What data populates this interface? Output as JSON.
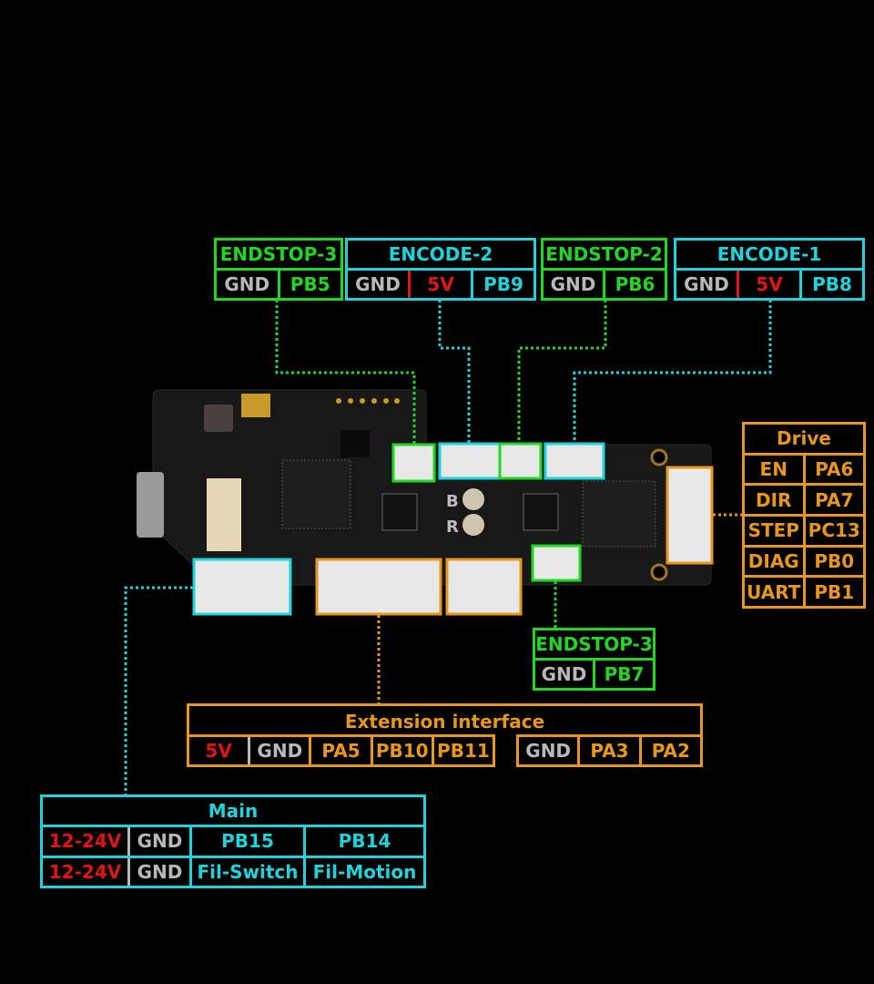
{
  "colors": {
    "endstop": "#1fd81f",
    "encoder": "#1ed4dc",
    "other": "#e8971a",
    "power": "#e41414",
    "ground": "#b8b8b8"
  },
  "endstop3_top": {
    "title": "ENDSTOP-3",
    "pins": [
      "GND",
      "PB5"
    ]
  },
  "encode2": {
    "title": "ENCODE-2",
    "pins": [
      "GND",
      "5V",
      "PB9"
    ]
  },
  "endstop2": {
    "title": "ENDSTOP-2",
    "pins": [
      "GND",
      "PB6"
    ]
  },
  "encode1": {
    "title": "ENCODE-1",
    "pins": [
      "GND",
      "5V",
      "PB8"
    ]
  },
  "drive": {
    "title": "Drive",
    "rows": [
      [
        "EN",
        "PA6"
      ],
      [
        "DIR",
        "PA7"
      ],
      [
        "STEP",
        "PC13"
      ],
      [
        "DIAG",
        "PB0"
      ],
      [
        "UART",
        "PB1"
      ]
    ]
  },
  "endstop3_bottom": {
    "title": "ENDSTOP-3",
    "pins": [
      "GND",
      "PB7"
    ]
  },
  "extension": {
    "title": "Extension interface",
    "pins_a": [
      "5V",
      "GND",
      "PA5",
      "PB10",
      "PB11"
    ],
    "pins_b": [
      "GND",
      "PA3",
      "PA2"
    ]
  },
  "main": {
    "title": "Main",
    "rows": [
      [
        "12-24V",
        "GND",
        "PB15",
        "PB14"
      ],
      [
        "12-24V",
        "GND",
        "Fil-Switch",
        "Fil-Motion"
      ]
    ]
  },
  "board": {
    "button_labels": [
      "B",
      "R"
    ]
  }
}
